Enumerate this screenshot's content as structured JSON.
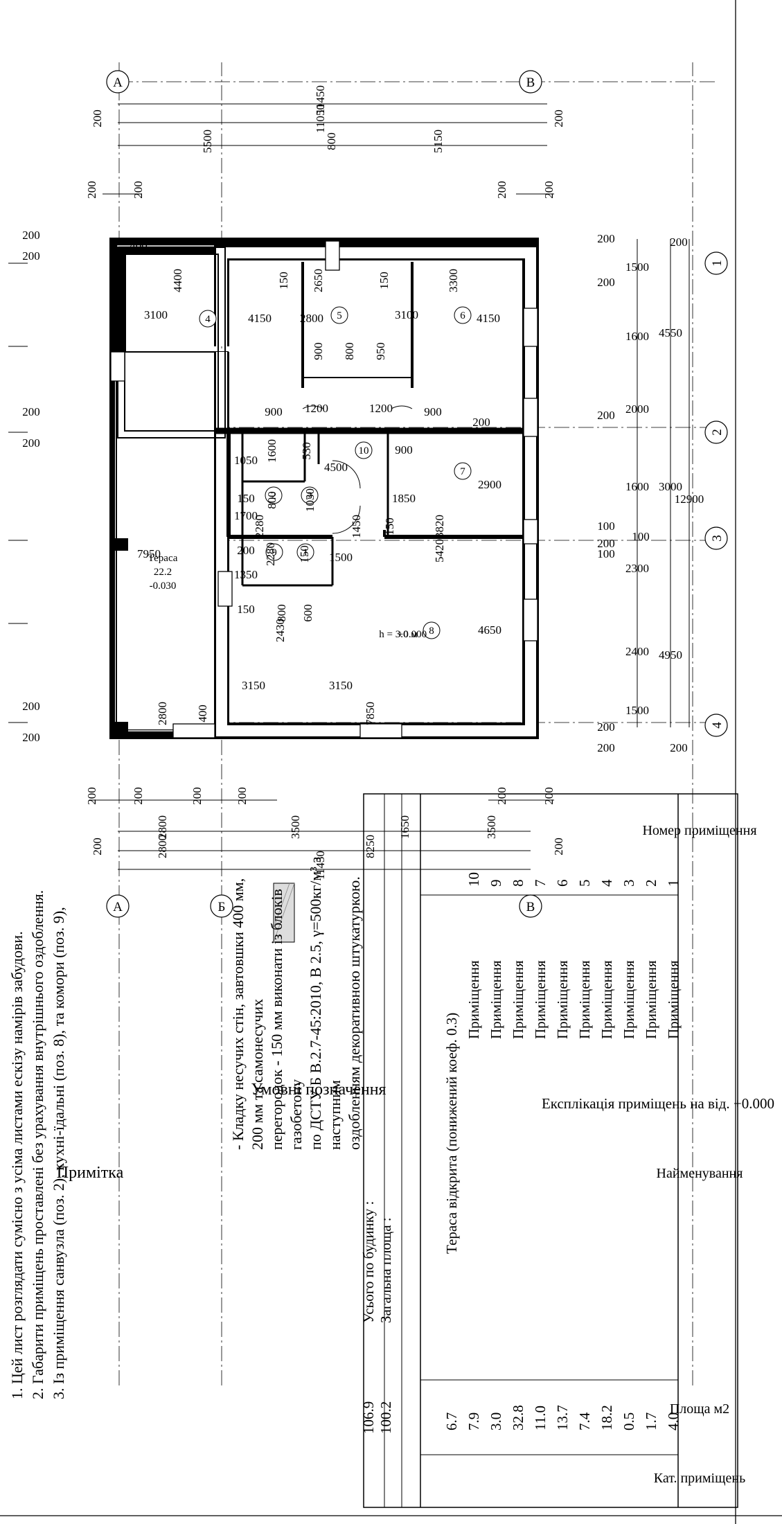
{
  "axes": {
    "letters": [
      "А",
      "Б",
      "В"
    ],
    "numbers": [
      "1",
      "2",
      "3",
      "4"
    ]
  },
  "dims": {
    "top_overall": "11450",
    "top_inner": "11050",
    "top_edge_left": "200",
    "top_edge_right": "200",
    "top_seg_1": "5500",
    "top_seg_2": "800",
    "top_seg_3": "5150",
    "top_ticks": [
      "200",
      "200",
      "200",
      "200"
    ],
    "bottom_seg": [
      "2800",
      "3500",
      "1650",
      "3500"
    ],
    "bottom_mid": [
      "2800",
      "8250"
    ],
    "bottom_edges": [
      "200",
      "200"
    ],
    "bottom_overall": "11450",
    "bottom_ticks": [
      "200",
      "200",
      "200",
      "200",
      "200",
      "200"
    ],
    "right_chain": [
      "1500",
      "1600",
      "2000",
      "1600",
      "2300",
      "2400",
      "1500"
    ],
    "right_mid": [
      "4550",
      "3000",
      "4950"
    ],
    "right_overall": "12900",
    "right_ticks": [
      "200",
      "200",
      "200",
      "200",
      "200",
      "100",
      "100",
      "200",
      "200",
      "200"
    ],
    "left_ticks": [
      "200",
      "200",
      "200",
      "200",
      "200",
      "200"
    ],
    "wall_400": "400",
    "wall_100": "100"
  },
  "rooms": [
    {
      "num": "1"
    },
    {
      "num": "2"
    },
    {
      "num": "3"
    },
    {
      "num": "4"
    },
    {
      "num": "5"
    },
    {
      "num": "6"
    },
    {
      "num": "7"
    },
    {
      "num": "8"
    },
    {
      "num": "9"
    },
    {
      "num": "10"
    }
  ],
  "room_dims": {
    "r4_w": "4400",
    "r4_h": "3100",
    "r4_d": "4150",
    "r5_w": "2650",
    "r5_h": "2800",
    "r5_doors": [
      "900",
      "800",
      "950"
    ],
    "r6_w": "3300",
    "r6_h": "3100",
    "r6_d": "4150",
    "d150a": "150",
    "d150b": "150",
    "d900a": "900",
    "d900b": "900",
    "d120a": "1200",
    "d120b": "1200",
    "r2_w": "1600",
    "r2_x": "530",
    "r2_h": "1050",
    "r2_d": "800",
    "r2_d2": "1030",
    "r2_150": "150",
    "r1_w": "2280",
    "r1_h": "1700",
    "r1_d": "1450",
    "r1_150": "150",
    "corr_4500": "4500",
    "r7_w": "3820",
    "r7_h": "2900",
    "r7_d": "1850",
    "r7_door": "900",
    "r8_w": "5420",
    "r8_h": "4650",
    "r8_1500": "1500",
    "r8_w2": "7850",
    "r8_3150a": "3150",
    "r8_3150b": "3150",
    "r9_w": "2280",
    "r9_150": "150",
    "r9_h": "1350",
    "r9_200": "200",
    "r9_d": "800",
    "r9_d2": "600",
    "r9_w2": "2430",
    "term_w": "2800",
    "term_400": "400",
    "term_h": "7950",
    "r200": "200",
    "r150": "150"
  },
  "labels": {
    "terrace_name": "Тераса",
    "terrace_area": "22.2",
    "terrace_level": "-0.030",
    "hall_level": "+0.000",
    "hall_height": "h = 3.0 м"
  },
  "table": {
    "headers": {
      "num": "Номер приміщення",
      "name": "Найменування",
      "area": "Площа м2",
      "cat": "Кат. приміщень"
    },
    "caption": "Експлікація приміщень на від. +0.000",
    "rows": [
      {
        "num": "1",
        "name": "Приміщення",
        "area": "4.0"
      },
      {
        "num": "2",
        "name": "Приміщення",
        "area": "1.7"
      },
      {
        "num": "3",
        "name": "Приміщення",
        "area": "0.5"
      },
      {
        "num": "4",
        "name": "Приміщення",
        "area": "18.2"
      },
      {
        "num": "5",
        "name": "Приміщення",
        "area": "7.4"
      },
      {
        "num": "6",
        "name": "Приміщення",
        "area": "13.7"
      },
      {
        "num": "7",
        "name": "Приміщення",
        "area": "11.0"
      },
      {
        "num": "8",
        "name": "Приміщення",
        "area": "32.8"
      },
      {
        "num": "9",
        "name": "Приміщення",
        "area": "3.0"
      },
      {
        "num": "10",
        "name": "Приміщення",
        "area": "7.9"
      },
      {
        "num": "",
        "name": "Тераса відкрита (понижений коеф. 0.3)",
        "area": "6.7"
      }
    ],
    "total_label": "Загальна площа :",
    "total_value": "100.2",
    "building_label": "Усього по будинку :",
    "building_value": "106.9"
  },
  "legend": {
    "title": "Умовні позначення",
    "lines": [
      "- Кладку несучих стін, завтовшки 400 мм, 200 мм та самонесучих",
      "перегородок - 150 мм виконати із блоків газобетону",
      "по ДСТУ Б В.2.7-45:2010, B 2.5, γ=500кг/м³ з наступним",
      "оздобленням декоративною штукатуркою."
    ]
  },
  "notes": {
    "title": "Примітка",
    "items": [
      "1. Цей лист розглядати сумісно з усіма листами ескізу намірів забудови.",
      "2. Габарити приміщень проставлені без урахування внутрішнього оздоблення.",
      "3. Із приміщення санвузла (поз. 2), кухні-їдальні (поз. 8), та комори (поз. 9),"
    ]
  }
}
